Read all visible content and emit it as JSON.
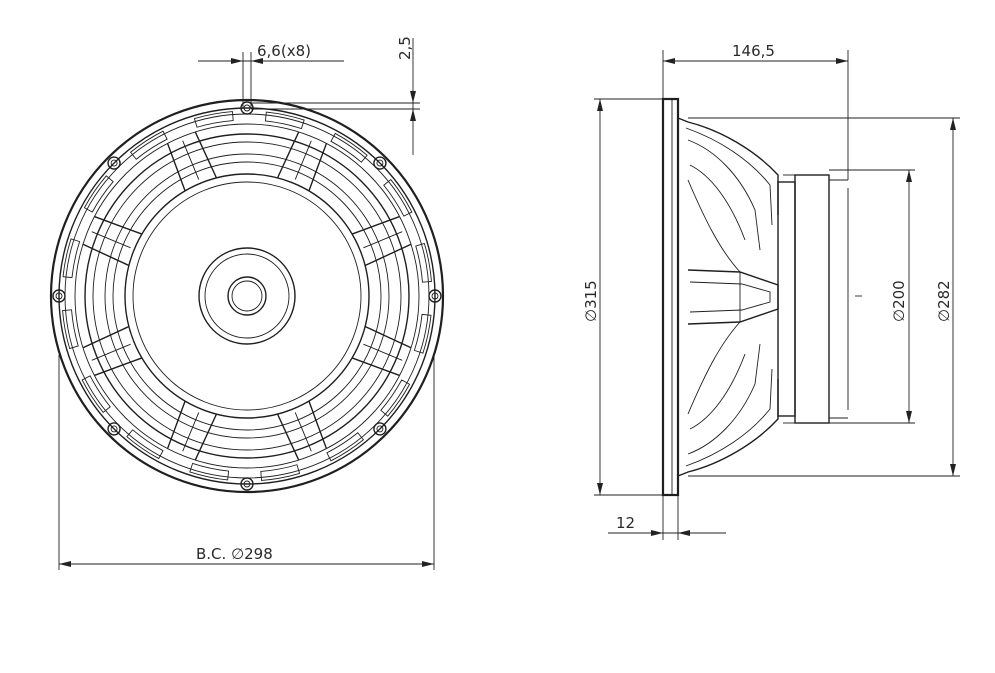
{
  "dimensions": {
    "hole_diameter": "6,6(x8)",
    "flange_thickness_top": "2,5",
    "bolt_circle": "B.C. ∅298",
    "depth": "146,5",
    "outer_diameter": "∅315",
    "magnet_diameter": "∅200",
    "basket_diameter": "∅282",
    "flange_thickness": "12"
  }
}
